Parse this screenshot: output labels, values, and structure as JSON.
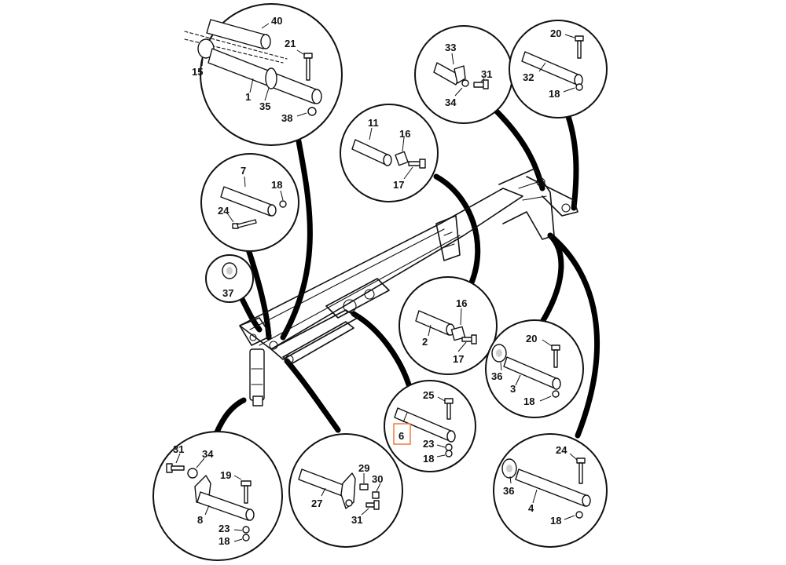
{
  "callouts": {
    "c1": [
      "40",
      "21",
      "15",
      "1",
      "35",
      "38"
    ],
    "c2": [
      "7",
      "18",
      "24"
    ],
    "c3": [
      "37"
    ],
    "c4": [
      "11",
      "16",
      "17"
    ],
    "c5": [
      "33",
      "31",
      "34"
    ],
    "c6": [
      "20",
      "32",
      "18"
    ],
    "c7": [
      "16",
      "2",
      "17"
    ],
    "c8": [
      "20",
      "36",
      "3",
      "18"
    ],
    "c9": [
      "25",
      "6",
      "23",
      "18"
    ],
    "c10": [
      "24",
      "36",
      "4",
      "18"
    ],
    "c11": [
      "31",
      "34",
      "19",
      "8",
      "23",
      "18"
    ],
    "c12": [
      "29",
      "30",
      "27",
      "31"
    ]
  },
  "highlighted_part": "6",
  "colors": {
    "highlight": "#f07a3a",
    "ink": "#111111"
  }
}
